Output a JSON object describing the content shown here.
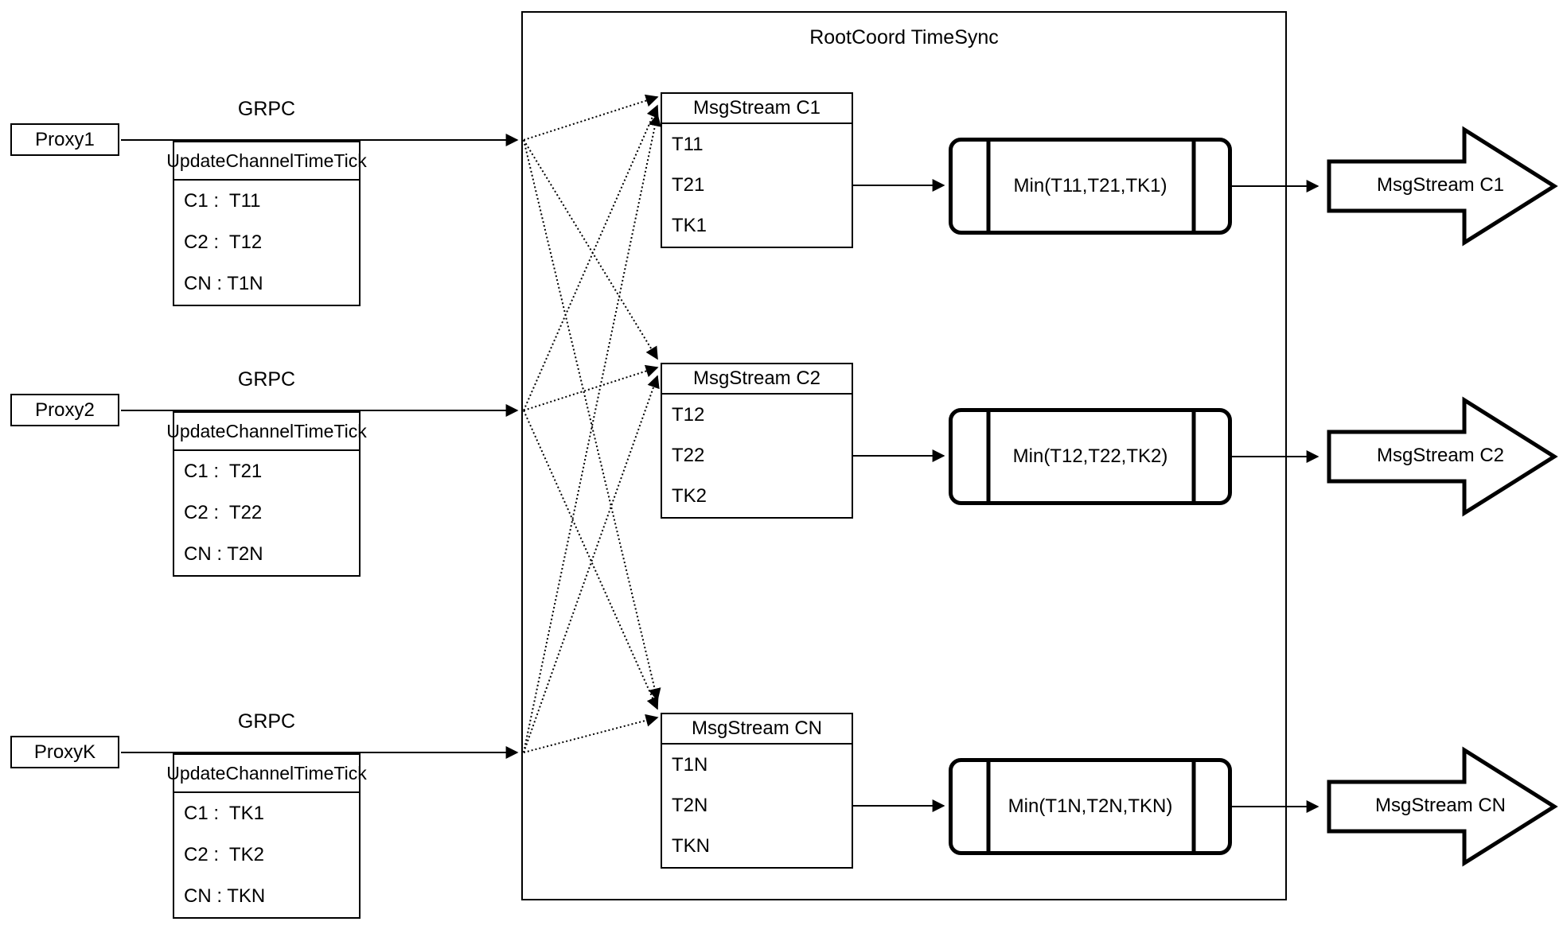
{
  "colors": {
    "stroke": "#000000",
    "background": "#ffffff"
  },
  "rootcoord": {
    "title": "RootCoord TimeSync"
  },
  "proxies": [
    {
      "label": "Proxy1",
      "grpc_label": "GRPC",
      "table_header": "UpdateChannelTimeTick",
      "rows": [
        "C1 :  T11",
        "C2 :  T12",
        "CN : T1N"
      ]
    },
    {
      "label": "Proxy2",
      "grpc_label": "GRPC",
      "table_header": "UpdateChannelTimeTick",
      "rows": [
        "C1 :  T21",
        "C2 :  T22",
        "CN : T2N"
      ]
    },
    {
      "label": "ProxyK",
      "grpc_label": "GRPC",
      "table_header": "UpdateChannelTimeTick",
      "rows": [
        "C1 :  TK1",
        "C2 :  TK2",
        "CN : TKN"
      ]
    }
  ],
  "streams": [
    {
      "table_header": "MsgStream C1",
      "ticks": [
        "T11",
        "T21",
        "TK1"
      ],
      "min_label": "Min(T11,T21,TK1)",
      "output_label": "MsgStream C1"
    },
    {
      "table_header": "MsgStream C2",
      "ticks": [
        "T12",
        "T22",
        "TK2"
      ],
      "min_label": "Min(T12,T22,TK2)",
      "output_label": "MsgStream C2"
    },
    {
      "table_header": "MsgStream CN",
      "ticks": [
        "T1N",
        "T2N",
        "TKN"
      ],
      "min_label": "Min(T1N,T2N,TKN)",
      "output_label": "MsgStream CN"
    }
  ]
}
